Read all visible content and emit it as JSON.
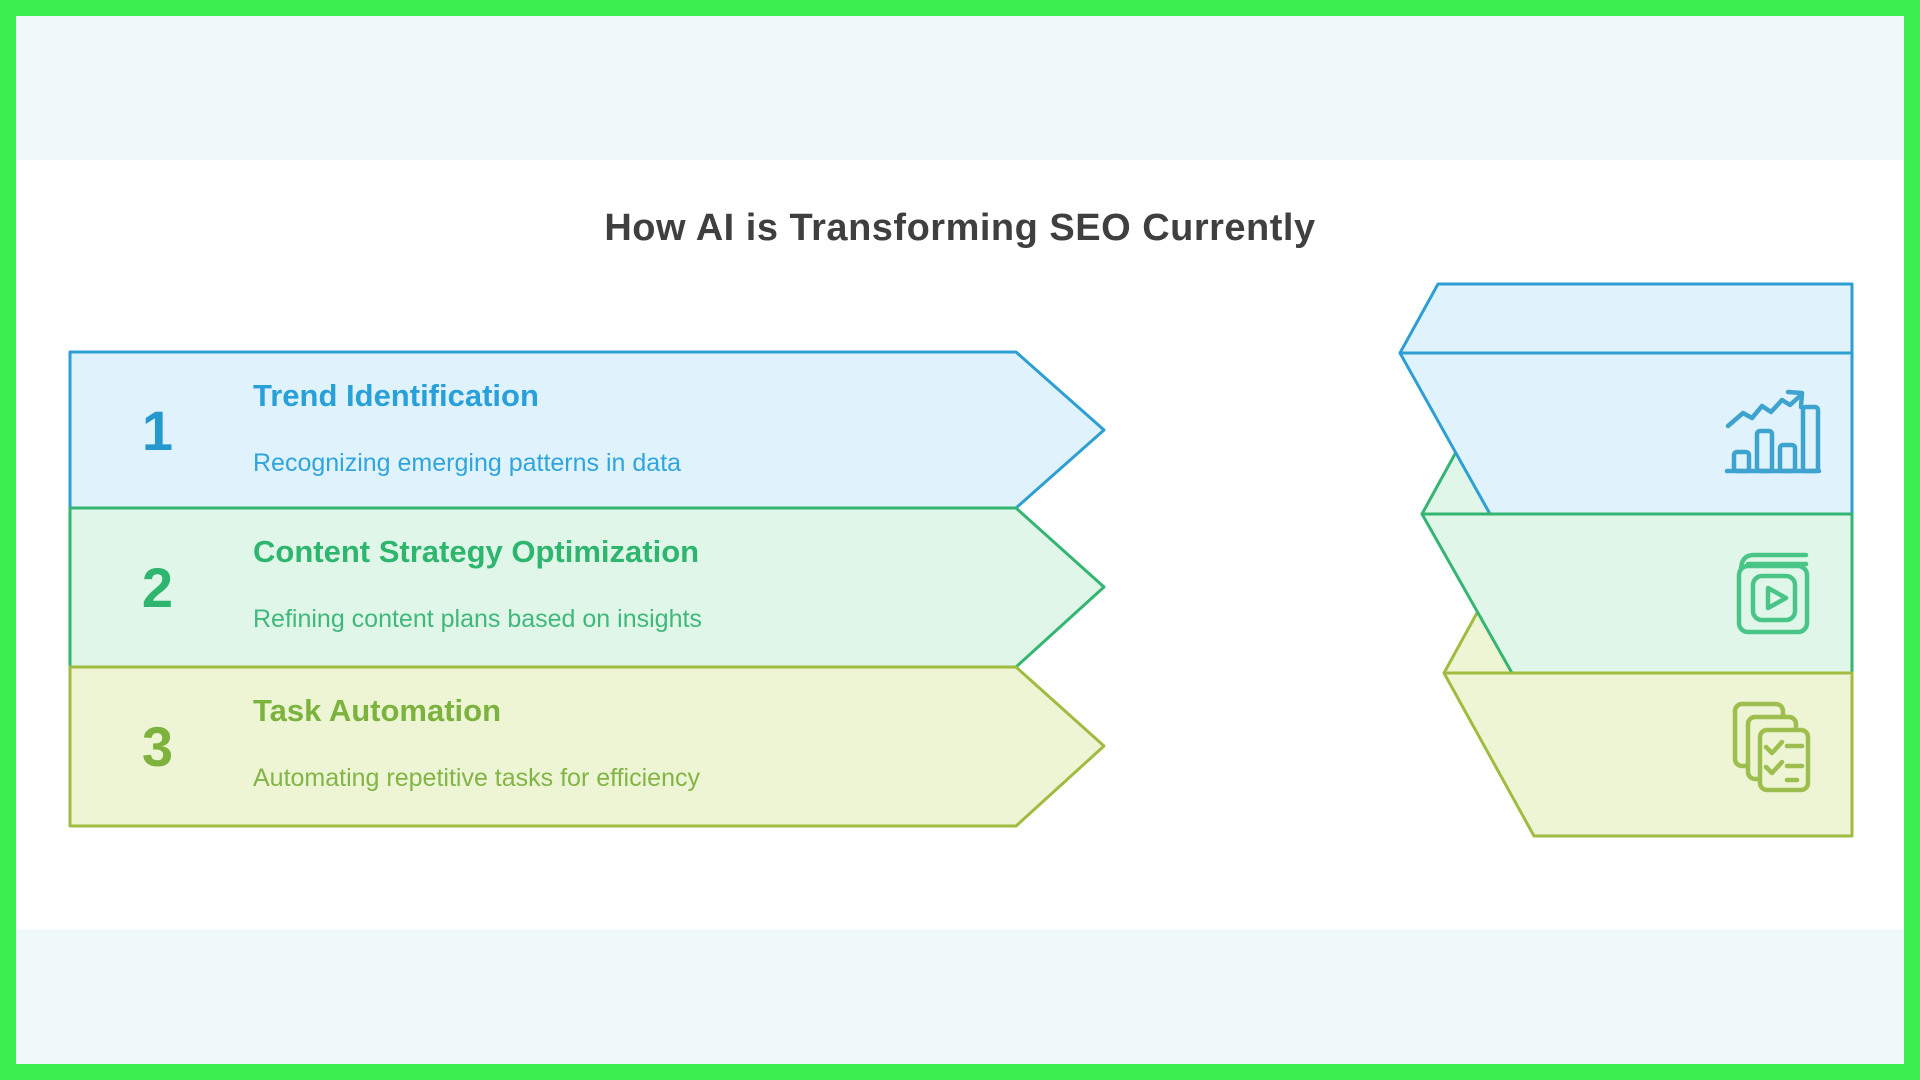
{
  "title": {
    "text": "How AI is Transforming SEO Currently",
    "color": "#3F3F3F"
  },
  "frame": {
    "border_color": "#3BEF51",
    "strip_color": "#EFF9F8",
    "panel_color": "#FFFFFF"
  },
  "steps": [
    {
      "number": "1",
      "heading": "Trend Identification",
      "subtitle": "Recognizing emerging patterns in data",
      "icon": "trend-chart-icon",
      "fill": "#E0F2FB",
      "stroke": "#2E9FD3",
      "heading_color": "#28A0D9",
      "subtitle_color": "#2FA5DD",
      "number_color": "#2598CF",
      "icon_color": "#3FA3CF"
    },
    {
      "number": "2",
      "heading": "Content Strategy Optimization",
      "subtitle": "Refining content plans based on insights",
      "icon": "video-book-icon",
      "fill": "#E0F6E9",
      "stroke": "#35B572",
      "heading_color": "#2EB56E",
      "subtitle_color": "#3FB97B",
      "number_color": "#2EB56E",
      "icon_color": "#49C687"
    },
    {
      "number": "3",
      "heading": "Task Automation",
      "subtitle": "Automating repetitive tasks for efficiency",
      "icon": "task-checklist-icon",
      "fill": "#EDF5D4",
      "stroke": "#9FBC40",
      "heading_color": "#7CB23E",
      "subtitle_color": "#82B546",
      "number_color": "#7FB23D",
      "icon_color": "#9EBF4F"
    }
  ]
}
